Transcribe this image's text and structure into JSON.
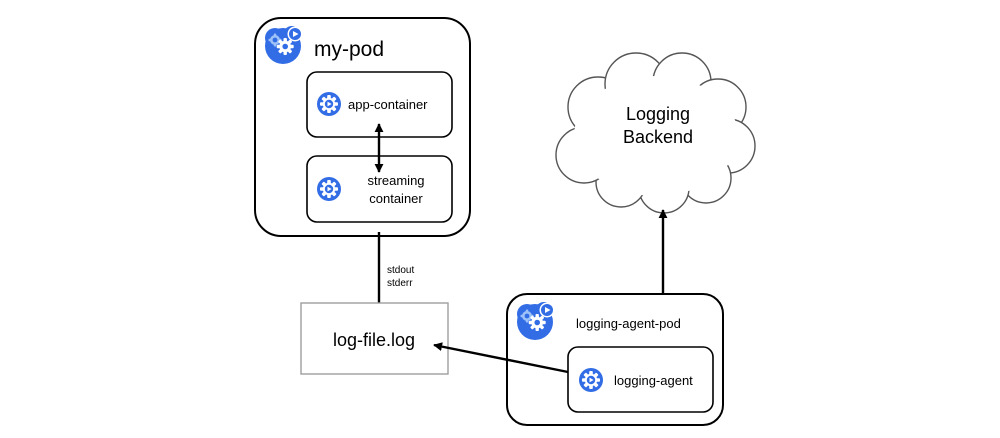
{
  "diagram": {
    "my_pod": {
      "title": "my-pod"
    },
    "app_container": {
      "label": "app-container"
    },
    "streaming_container": {
      "label_line1": "streaming",
      "label_line2": "container"
    },
    "stdout_stderr": {
      "line1": "stdout",
      "line2": "stderr"
    },
    "log_file": {
      "label": "log-file.log"
    },
    "logging_backend": {
      "line1": "Logging",
      "line2": "Backend"
    },
    "logging_agent_pod": {
      "title": "logging-agent-pod"
    },
    "logging_agent": {
      "label": "logging-agent"
    },
    "colors": {
      "icon_blue": "#326de6",
      "icon_light_blue": "#6aa3f5",
      "border": "#000000",
      "log_file_border": "#9e9e9e",
      "cloud_border": "#555555"
    }
  }
}
